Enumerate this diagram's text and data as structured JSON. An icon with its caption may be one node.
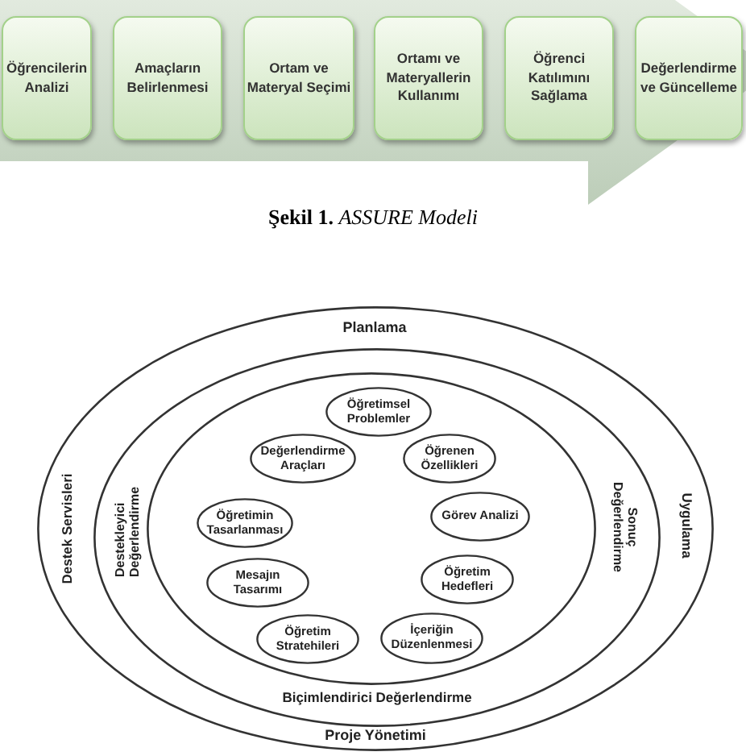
{
  "diagram": {
    "caption": "**Şekil 1.** *ASSURE Modeli*",
    "nodes": [
      {
        "text": [],
        "shape": "arrow"
      },
      {
        "text": [
          "Öğrencilerin Analizi"
        ],
        "in": 0
      },
      {
        "text": [
          "Amaçların Belirlenmesi"
        ],
        "in": 0
      },
      {
        "text": [
          "Ortam ve Materyal Seçimi"
        ],
        "in": 0
      },
      {
        "text": [
          "Ortamı ve Materyallerin Kullanımı"
        ],
        "in": 0
      },
      {
        "text": [
          "Öğrenci Katılımını Sağlama"
        ],
        "in": 0
      },
      {
        "text": [
          "Değerlendirme ve Güncelleme"
        ],
        "in": 0
      },
      {
        "text": [
          "Planlama",
          "Destek Servisleri",
          "Uygulama",
          "Proje Yönetimi"
        ]
      },
      {
        "text": [
          "Destekleyici Değerlendirme",
          "Sonuç Değerlendirme",
          "Biçimlendirici Değerlendirme"
        ],
        "in": 7
      },
      {
        "text": [],
        "shape": "ellipse",
        "in": 8
      },
      {
        "text": [
          "Öğretimsel Problemler"
        ],
        "in": 9
      },
      {
        "text": [
          "Değerlendirme Araçları"
        ],
        "in": 9
      },
      {
        "text": [
          "Öğrenen Özellikleri"
        ],
        "in": 9
      },
      {
        "text": [
          "Öğretimin Tasarlanması"
        ],
        "in": 9
      },
      {
        "text": [
          "Görev Analizi"
        ],
        "in": 9
      },
      {
        "text": [
          "Mesajın Tasarımı"
        ],
        "in": 9
      },
      {
        "text": [
          "Öğretim Hedefleri"
        ],
        "in": 9
      },
      {
        "text": [
          "Öğretim Stratehileri"
        ],
        "in": 9
      },
      {
        "text": [
          "İçeriğin Düzenlenmesi"
        ],
        "in": 9
      }
    ]
  }
}
